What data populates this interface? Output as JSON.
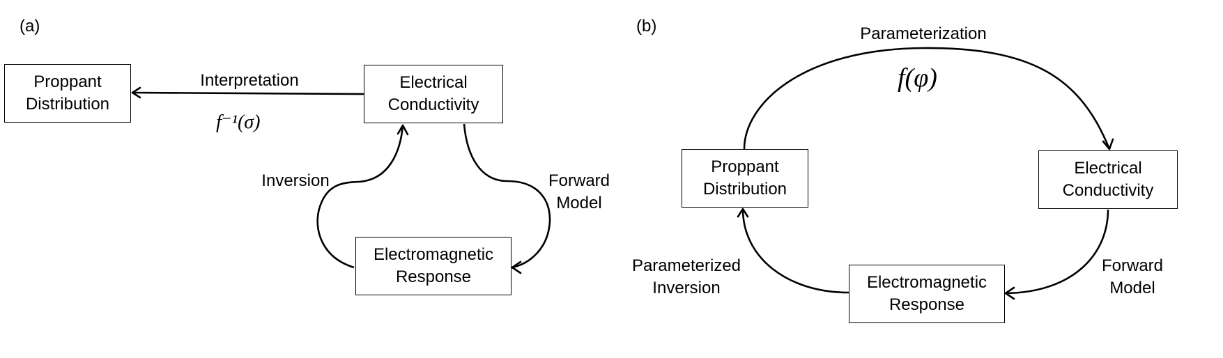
{
  "panel_a": {
    "label": "(a)",
    "boxes": {
      "proppant": "Proppant\nDistribution",
      "conductivity": "Electrical\nConductivity",
      "em_response": "Electromagnetic\nResponse"
    },
    "edges": {
      "interpretation": "Interpretation",
      "interpretation_formula": "f⁻¹(σ)",
      "inversion": "Inversion",
      "forward_model": "Forward\nModel"
    }
  },
  "panel_b": {
    "label": "(b)",
    "boxes": {
      "proppant": "Proppant\nDistribution",
      "conductivity": "Electrical\nConductivity",
      "em_response": "Electromagnetic\nResponse"
    },
    "edges": {
      "parameterization": "Parameterization",
      "parameterization_formula": "f(φ)",
      "parameterized_inversion": "Parameterized\nInversion",
      "forward_model": "Forward\nModel"
    }
  }
}
